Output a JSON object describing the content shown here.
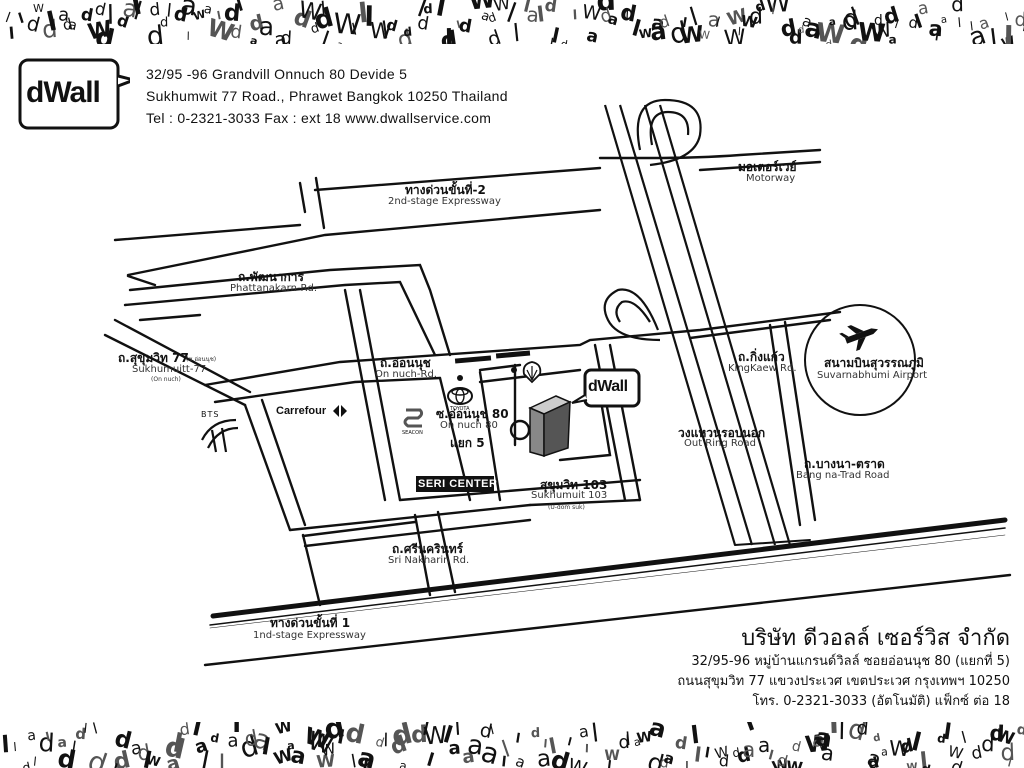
{
  "logo": {
    "text": "dWall"
  },
  "address": {
    "line1": "32/95 -96  Grandvill  Onnuch 80  Devide 5",
    "line2": "Sukhumwit 77  Road., Phrawet Bangkok  10250  Thailand",
    "line3": "Tel : 0-2321-3033  Fax : ext 18  www.dwallservice.com"
  },
  "company_thai": {
    "name": "บริษัท ดีวอลล์ เซอร์วิส จำกัด",
    "line1": "32/95-96 หมู่บ้านแกรนด์วิลล์ ซอยอ่อนนุช 80 (แยกที่ 5)",
    "line2": "ถนนสุขุมวิท 77 แขวงประเวศ เขตประเวศ กรุงเทพฯ 10250",
    "line3": "โทร. 0-2321-3033 (อัตโนมัติ) แฟ็กซ์ ต่อ 18"
  },
  "labels": {
    "motorway_th": "มอเตอร์เวย์",
    "motorway_en": "Motorway",
    "exp2_th": "ทางด่วนขั้นที่-2",
    "exp2_en": "2nd-stage Expressway",
    "phatt_th": "ถ.พัฒนาการ",
    "phatt_en": "Phattanakarn-Rd.",
    "suk77_th": "ถ.สุขุมวิท 77",
    "suk77_small": "(ซ.อ่อนนุช)",
    "suk77_en": "Sukhumuitt-77",
    "suk77_sub": "(On nuch)",
    "onnuch_th": "ถ.อ่อนนุช",
    "onnuch_en": "On nuch-Rd.",
    "soi80_th": "ซ.อ่อนนุช 80",
    "soi80_en": "On nuch 80",
    "soi80_div": "แยก 5",
    "kingkaew_th": "ถ.กิ่งแก้ว",
    "kingkaew_en": "KingKaew Rd.",
    "airport_th": "สนามบินสุวรรณภูมิ",
    "airport_en": "Suvarnabhumi Airport",
    "outring_th": "วงแหวนรอบนอก",
    "outring_en": "Out Ring Road",
    "bangna_th": "ถ.บางนา-ตราด",
    "bangna_en": "Bang na-Trad Road",
    "suk103_th": "สุขุมวิท 103",
    "suk103_en": "Sukhumuit 103",
    "suk103_sub": "(U-dom suk)",
    "srinak_th": "ถ.ศรีนครินทร์",
    "srinak_en": "Sri Nakharin Rd.",
    "exp1_th": "ทางด่วนขั้นที่ 1",
    "exp1_en": "1nd-stage Expressway",
    "carrefour": "Carrefour",
    "bts": "BTS",
    "toyota": "TOYOTA",
    "seacon": "SEACON",
    "seri_center": "SERI CENTER",
    "dwall_marker": "dWall"
  }
}
